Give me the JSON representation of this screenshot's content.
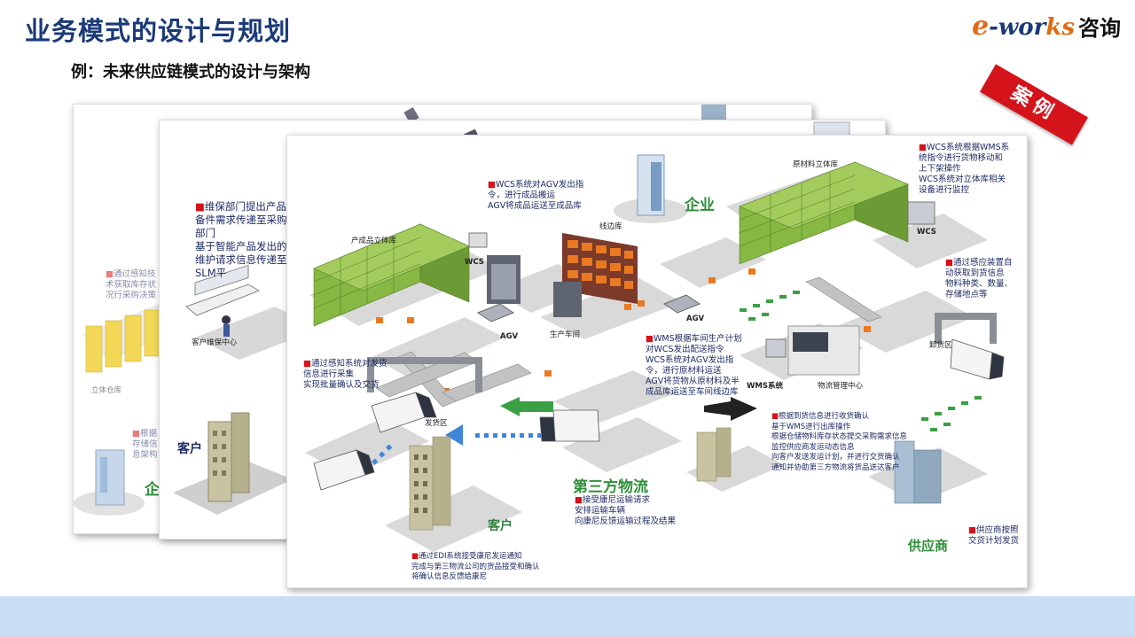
{
  "header": {
    "title": "业务模式的设计与规划",
    "subtitle": "例：未来供应链模式的设计与架构",
    "ribbon": "案例"
  },
  "logo": {
    "brand_e": "e",
    "brand_wor": "-wor",
    "brand_ks": "ks",
    "cn": "咨询"
  },
  "colors": {
    "title": "#1a3a78",
    "accent_red": "#d4131a",
    "footer": "#c9ddf3",
    "shelf_green": "#7fb23b",
    "arrow_green": "#3aa043",
    "arrow_blue": "#3d86d9"
  },
  "card1": {
    "notes": {
      "top_left": "通过感知技术获取库存状况行采购决策",
      "bottom_left": "根据存储信息架构"
    },
    "labels": {
      "warehouse": "立体仓库",
      "enterprise": "企"
    }
  },
  "card2": {
    "notes": {
      "maintenance": "维保部门提出产品备件需求传递至采购部门\n基于智能产品发出的维护请求信息传递至SLM平"
    },
    "labels": {
      "customer_service": "客户维保中心",
      "customer": "客户"
    }
  },
  "card3": {
    "labels": {
      "product_warehouse": "产成品立体库",
      "wcs": "WCS",
      "line_storage": "线边库",
      "enterprise": "企业",
      "raw_warehouse": "原材料立体库",
      "wcs2": "WCS",
      "agv1": "AGV",
      "agv2": "AGV",
      "workshop": "生产车间",
      "unload": "卸货区",
      "dispatch": "发货区",
      "wms": "WMS系统",
      "logistics_center": "物流管理中心",
      "customer": "客户",
      "third_party": "第三方物流",
      "supplier": "供应商"
    },
    "notes": {
      "wcs_agv": "WCS系统对AGV发出指令，进行成品搬运\nAGV将成品运送至成品库",
      "wcs_wms": "WCS系统根据WMS系统指令进行货物移动和上下架操作\nWCS系统对立体库相关设备进行监控",
      "sensing": "通过感应装置自动获取到货信息\n物料种类、数量、存储地点等",
      "wms_plan": "WMS根据车间生产计划对WCS发出配送指令\nWCS系统对AGV发出指令，进行原材料运送\nAGV将货物从原材料及半成品库运送至车间线边库",
      "perception": "通过感知系统对发货信息进行采集\n实现批量确认及交货",
      "receive": "根据到货信息进行收货确认\n基于WMS进行出库操作\n根据仓储物料库存状态提交采购需求信息\n监控供应商发运动态信息\n向客户发送发运计划，并进行交货确认\n通知并协助第三方物流将货品送达客户",
      "tpl": "接受康尼运输请求\n安排运输车辆\n向康尼反馈运输过程及结果",
      "customer": "通过EDI系统接受康尼发运通知\n完成与第三物流公司的货品接受和确认\n将确认信息反馈给康尼",
      "supplier": "供应商按照交货计划发货"
    }
  }
}
